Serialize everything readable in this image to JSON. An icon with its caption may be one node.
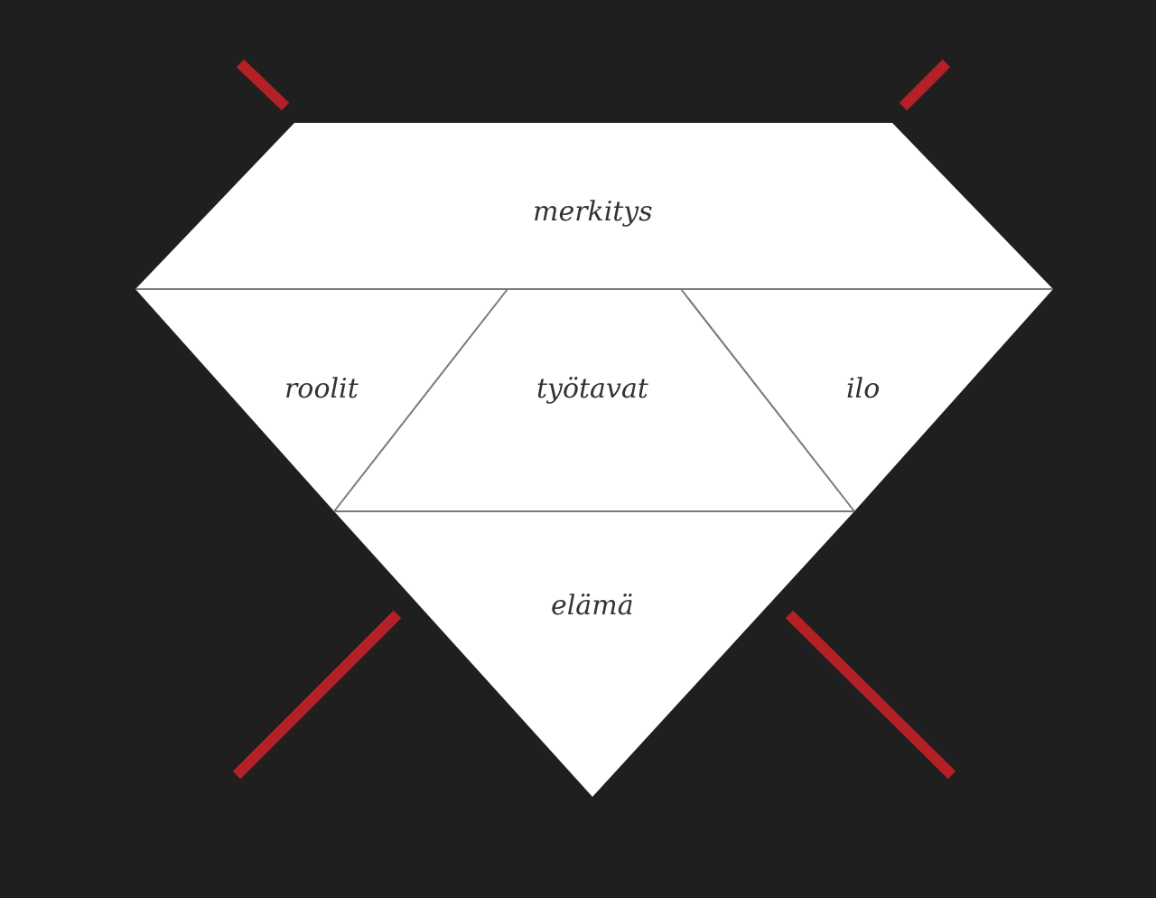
{
  "diagram": {
    "nodes": [
      {
        "text": [
          "merkitys"
        ]
      },
      {
        "text": [
          "roolit"
        ]
      },
      {
        "text": [
          "työtavat"
        ]
      },
      {
        "text": [
          "ilo"
        ]
      },
      {
        "text": [
          "elämä"
        ]
      }
    ]
  }
}
